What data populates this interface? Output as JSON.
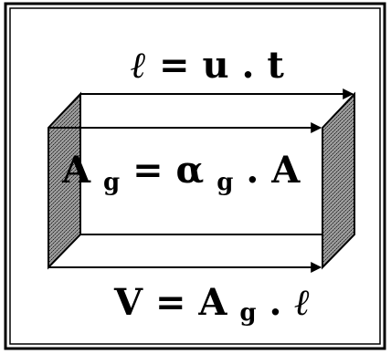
{
  "diagram": {
    "top_equation": {
      "ell": "ℓ",
      "rest": " = u . t"
    },
    "middle_equation": {
      "base": "A",
      "sub": "g",
      "eq": " = α",
      "sub2": "g",
      "tail": " . A"
    },
    "bottom_equation": {
      "lead": "V = A",
      "sub": "g",
      "tail": " . ",
      "ell": "ℓ"
    }
  }
}
